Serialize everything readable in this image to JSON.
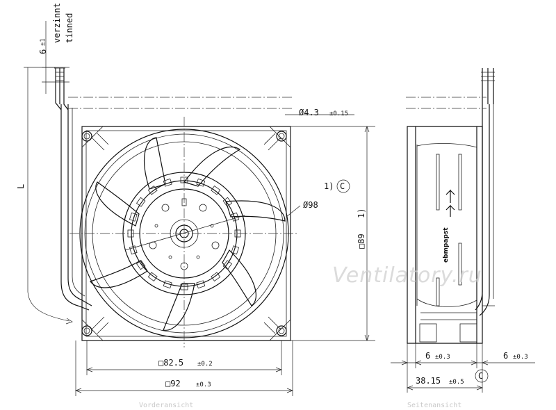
{
  "labels": {
    "wire_offset": "6",
    "wire_offset_tol": "±1",
    "verzinnt": "verzinnt",
    "tinned": "tinned",
    "L": "L",
    "hole_diameter": "Ø4.3",
    "hole_diameter_tol": "±0.15",
    "note_marker": "1)",
    "note_symbol": "C",
    "fan_diameter": "Ø98",
    "height": "□89",
    "height_note": "1)",
    "hole_spacing": "□82.5",
    "hole_spacing_tol": "±0.2",
    "frame_size": "□92",
    "frame_size_tol": "±0.3",
    "side_left": "6",
    "side_left_tol": "±0.3",
    "side_right": "6",
    "side_right_tol": "±0.3",
    "depth": "38.15",
    "depth_tol": "±0.5",
    "depth_symbol": "C",
    "front_caption": "Vorderansicht",
    "side_caption": "Seitenansicht",
    "brand": "ebmpapst",
    "watermark": "Ventilatory.ru"
  },
  "colors": {
    "line": "#111111",
    "watermark": "#cfcfcf"
  }
}
